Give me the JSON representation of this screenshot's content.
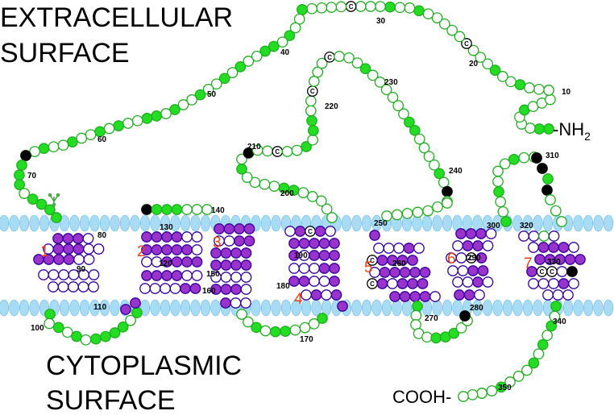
{
  "title_top": [
    "EXTRACELLULAR",
    "SURFACE"
  ],
  "title_bottom": [
    "CYTOPLASMIC",
    "SURFACE"
  ],
  "terminal_n": "-NH",
  "terminal_n_sub": "2",
  "terminal_c": "COOH-",
  "cysteine_letter": "C",
  "helix_numbers": [
    "1",
    "2",
    "3",
    "4",
    "5",
    "6",
    "7"
  ],
  "residue_numbers": [
    "10",
    "20",
    "30",
    "40",
    "50",
    "60",
    "70",
    "80",
    "90",
    "100",
    "110",
    "120",
    "130",
    "140",
    "150",
    "160",
    "170",
    "180",
    "190",
    "200",
    "210",
    "220",
    "230",
    "240",
    "250",
    "260",
    "270",
    "280",
    "290",
    "300",
    "310",
    "320",
    "330",
    "340",
    "350"
  ],
  "colors": {
    "extramembrane_filled": "#22dd22",
    "extramembrane_outline": "#22aa22",
    "helix_filled": "#9933cc",
    "helix_outline": "#330099",
    "special_residue": "#000000",
    "membrane": "#a8dcf5",
    "membrane_stroke": "#6ab8e8",
    "helix_label": "#e8421c"
  },
  "icons": {
    "glycosylation": "branch-icon"
  }
}
